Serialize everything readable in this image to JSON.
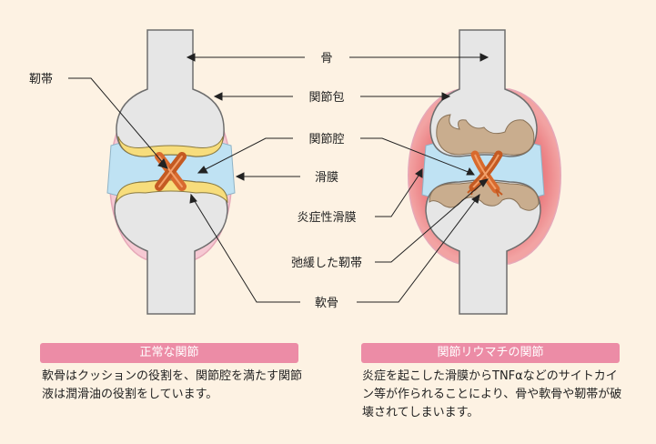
{
  "labels": {
    "bone": "骨",
    "ligament": "靭帯",
    "joint_capsule": "関節包",
    "joint_cavity": "関節腔",
    "synovium": "滑膜",
    "inflamed_synovium": "炎症性滑膜",
    "loosened_ligament": "弛緩した靭帯",
    "cartilage": "軟骨"
  },
  "panels": {
    "normal": {
      "title": "正常な関節",
      "description": "軟骨はクッションの役割を、関節腔を満たす関節液は潤滑油の役割をしています。"
    },
    "ra": {
      "title": "関節リウマチの関節",
      "description": "炎症を起こした滑膜からTNFαなどのサイトカイン等が作られることにより、骨や軟骨や靭帯が破壊されてしまいます。"
    }
  },
  "colors": {
    "background": "#fdf2e3",
    "bone": "#e6e6e6",
    "cartilage": "#f7dd7c",
    "synovial_fluid": "#bfe2f3",
    "capsule": "#f6c9d3",
    "inflamed": "#ea6f73",
    "eroded_bone": "#c9ad8e",
    "ligament": "#d86a2e",
    "caption": "#ec8ca6"
  }
}
